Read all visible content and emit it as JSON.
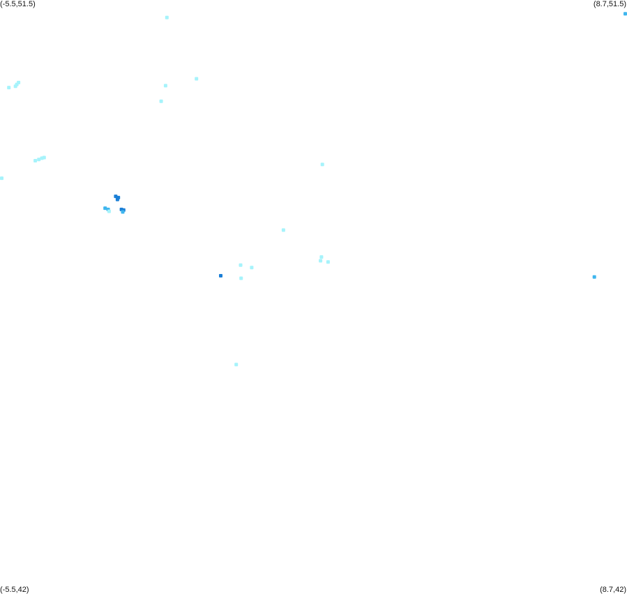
{
  "map": {
    "bounds": {
      "lon_min": -5.5,
      "lon_max": 8.7,
      "lat_min": 42,
      "lat_max": 51.5
    },
    "corner_labels": {
      "top_left": "(-5.5,51.5)",
      "top_right": "(8.7,51.5)",
      "bottom_left": "(-5.5,42)",
      "bottom_right": "(8.7,42)"
    },
    "colors": {
      "light": "#a6f3fb",
      "medium": "#3fb6ee",
      "dark": "#1b7fd6"
    },
    "points": [
      {
        "lon": -1.72,
        "lat": 51.22,
        "level": "light"
      },
      {
        "lon": 8.66,
        "lat": 51.28,
        "level": "medium"
      },
      {
        "lon": -5.3,
        "lat": 50.1,
        "level": "light"
      },
      {
        "lon": -5.15,
        "lat": 50.12,
        "level": "light"
      },
      {
        "lon": -5.12,
        "lat": 50.15,
        "level": "light"
      },
      {
        "lon": -5.08,
        "lat": 50.18,
        "level": "light"
      },
      {
        "lon": -1.75,
        "lat": 50.13,
        "level": "light"
      },
      {
        "lon": -1.85,
        "lat": 49.88,
        "level": "light"
      },
      {
        "lon": -1.05,
        "lat": 50.24,
        "level": "light"
      },
      {
        "lon": -5.49,
        "lat": 48.65,
        "level": "light"
      },
      {
        "lon": -4.7,
        "lat": 48.93,
        "level": "light"
      },
      {
        "lon": -4.62,
        "lat": 48.95,
        "level": "light"
      },
      {
        "lon": -4.55,
        "lat": 48.97,
        "level": "light"
      },
      {
        "lon": -4.5,
        "lat": 48.98,
        "level": "light"
      },
      {
        "lon": 1.8,
        "lat": 48.87,
        "level": "light"
      },
      {
        "lon": -2.88,
        "lat": 48.36,
        "level": "dark"
      },
      {
        "lon": -2.82,
        "lat": 48.34,
        "level": "dark"
      },
      {
        "lon": -2.84,
        "lat": 48.31,
        "level": "dark"
      },
      {
        "lon": -3.12,
        "lat": 48.17,
        "level": "medium"
      },
      {
        "lon": -3.05,
        "lat": 48.15,
        "level": "medium"
      },
      {
        "lon": -3.03,
        "lat": 48.12,
        "level": "light"
      },
      {
        "lon": -2.75,
        "lat": 48.15,
        "level": "dark"
      },
      {
        "lon": -2.7,
        "lat": 48.14,
        "level": "dark"
      },
      {
        "lon": -2.72,
        "lat": 48.11,
        "level": "medium"
      },
      {
        "lon": 0.92,
        "lat": 47.82,
        "level": "light"
      },
      {
        "lon": 1.78,
        "lat": 47.39,
        "level": "light"
      },
      {
        "lon": 1.76,
        "lat": 47.33,
        "level": "light"
      },
      {
        "lon": 1.93,
        "lat": 47.31,
        "level": "light"
      },
      {
        "lon": -0.05,
        "lat": 47.26,
        "level": "light"
      },
      {
        "lon": 0.2,
        "lat": 47.22,
        "level": "light"
      },
      {
        "lon": -0.5,
        "lat": 47.09,
        "level": "dark"
      },
      {
        "lon": -0.04,
        "lat": 47.05,
        "level": "light"
      },
      {
        "lon": 7.96,
        "lat": 47.07,
        "level": "medium"
      },
      {
        "lon": -0.15,
        "lat": 45.67,
        "level": "light"
      }
    ]
  }
}
